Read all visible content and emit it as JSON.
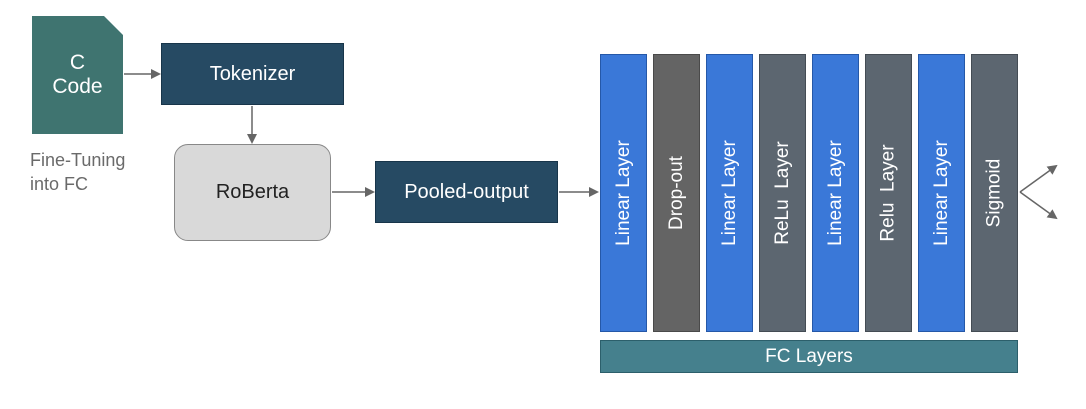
{
  "input": {
    "line1": "C",
    "line2": "Code"
  },
  "caption": {
    "line1": "Fine-Tuning",
    "line2": "into FC"
  },
  "tokenizer": "Tokenizer",
  "roberta": "RoBerta",
  "pooled": "Pooled-output",
  "layers": [
    {
      "label": "Linear Layer",
      "style": "blue"
    },
    {
      "label": "Drop-out",
      "style": "gray"
    },
    {
      "label": "Linear Layer",
      "style": "blue"
    },
    {
      "label": "ReLu  Layer",
      "style": "slate"
    },
    {
      "label": "Linear Layer",
      "style": "blue"
    },
    {
      "label": "Relu  Layer",
      "style": "slate"
    },
    {
      "label": "Linear Layer",
      "style": "blue"
    },
    {
      "label": "Sigmoid",
      "style": "slate"
    }
  ],
  "fc_label": "FC Layers",
  "colors": {
    "file": "#3f7470",
    "dark_box": "#264a63",
    "roberta": "#d9d9d9",
    "linear": "#3a78d8",
    "dropout": "#646464",
    "activation": "#5c6670",
    "fc_bar": "#45808d"
  }
}
